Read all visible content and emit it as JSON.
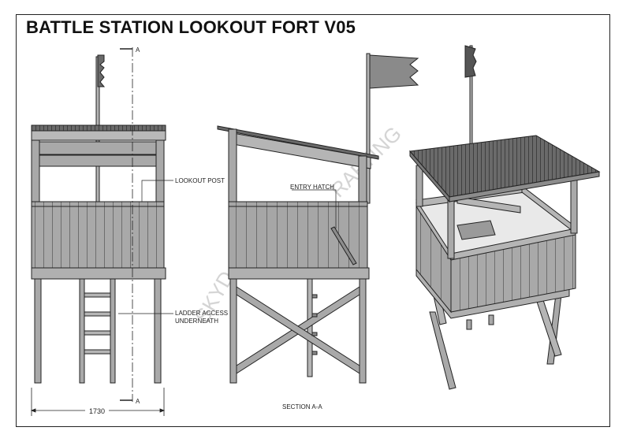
{
  "title": "BATTLE STATION LOOKOUT FORT V05",
  "labels": {
    "lookout_post": "LOOKOUT POST",
    "ladder_line1": "LADDER ACCESS",
    "ladder_line2": "UNDERNEATH",
    "entry_hatch": "ENTRY HATCH",
    "section": "SECTION A-A",
    "section_mark_top": "A",
    "section_mark_bottom": "A"
  },
  "dimensions": {
    "width": "1730"
  },
  "watermark": {
    "part1": "SKYD",
    "part2": "RAFTING"
  },
  "colors": {
    "timber": "#a9a9a9",
    "timber_dark": "#8c8c8c",
    "roof": "#555555",
    "line": "#222222",
    "paper": "#ffffff"
  }
}
